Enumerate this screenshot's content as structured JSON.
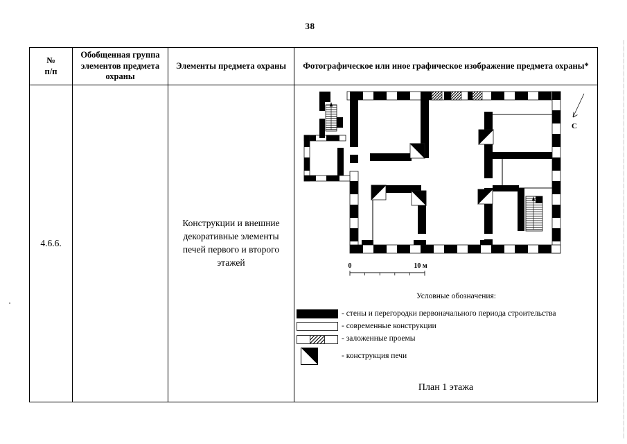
{
  "page": {
    "number": "38"
  },
  "table": {
    "headers": {
      "col1": "№\nп/п",
      "col2": "Обобщенная группа элементов предмета охраны",
      "col3": "Элементы предмета охраны",
      "col4": "Фотографическое или иное графическое изображение предмета охраны*"
    },
    "row": {
      "number": "4.6.6.",
      "group": "",
      "element": "Конструкции и внешние декоративные элементы печей первого и второго этажей"
    }
  },
  "figure": {
    "north_label": "С",
    "scale": {
      "start": "0",
      "end": "10 м"
    },
    "legend": {
      "title": "Условные обозначения:",
      "items": [
        {
          "symbol": "original-walls-swatch",
          "label": "- стены и перегородки первоначального периода строительства"
        },
        {
          "symbol": "modern-structures-swatch",
          "label": "- современные конструкции"
        },
        {
          "symbol": "infilled-openings-swatch",
          "label": "- заложенные проемы"
        },
        {
          "symbol": "stove-structure-swatch",
          "label": "- конструкция печи"
        }
      ]
    },
    "caption": "План 1 этажа"
  },
  "colors": {
    "ink": "#000000",
    "paper": "#ffffff"
  }
}
